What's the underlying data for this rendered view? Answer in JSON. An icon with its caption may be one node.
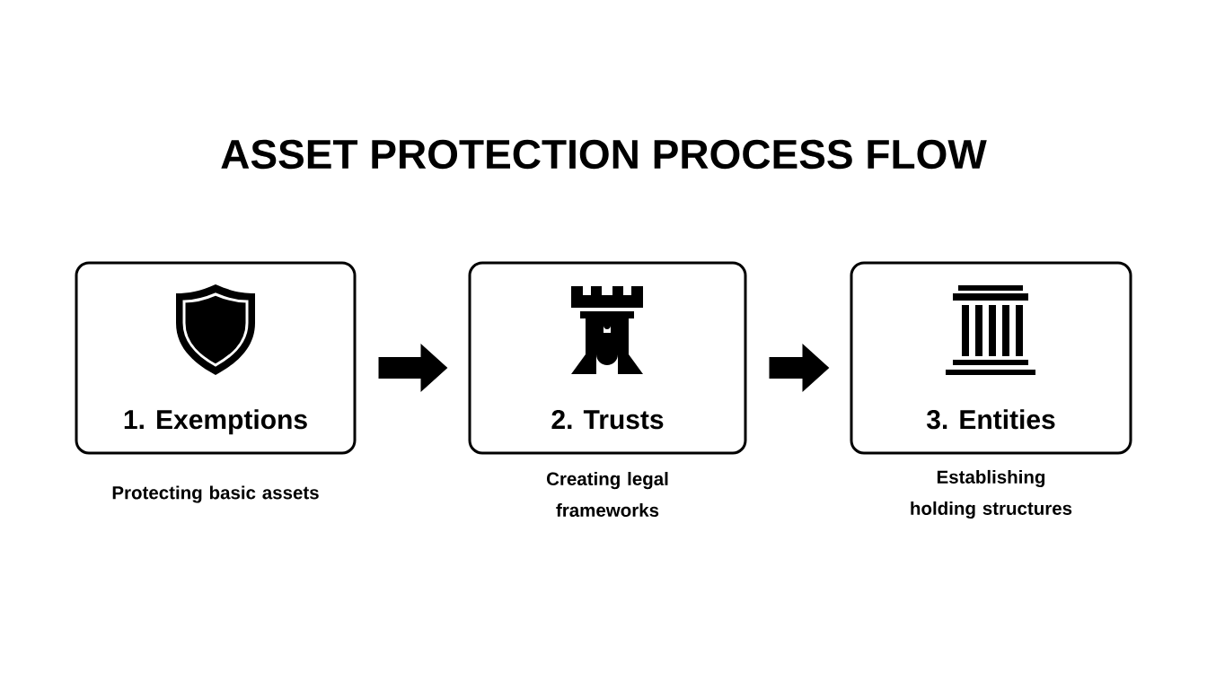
{
  "diagram": {
    "title": "ASSET PROTECTION PROCESS FLOW",
    "nodes": [
      {
        "text": [
          "1. Exemptions"
        ],
        "beside": [
          "Protecting basic assets"
        ]
      },
      {
        "text": [
          "2. Trusts"
        ],
        "beside": [
          "Creating legal frameworks"
        ]
      },
      {
        "text": [
          "3. Entities"
        ],
        "beside": [
          "Establishing holding structures"
        ]
      }
    ],
    "edges": [
      {
        "from": 0,
        "to": 1,
        "arrow": "to"
      },
      {
        "from": 1,
        "to": 2,
        "arrow": "to"
      }
    ]
  }
}
